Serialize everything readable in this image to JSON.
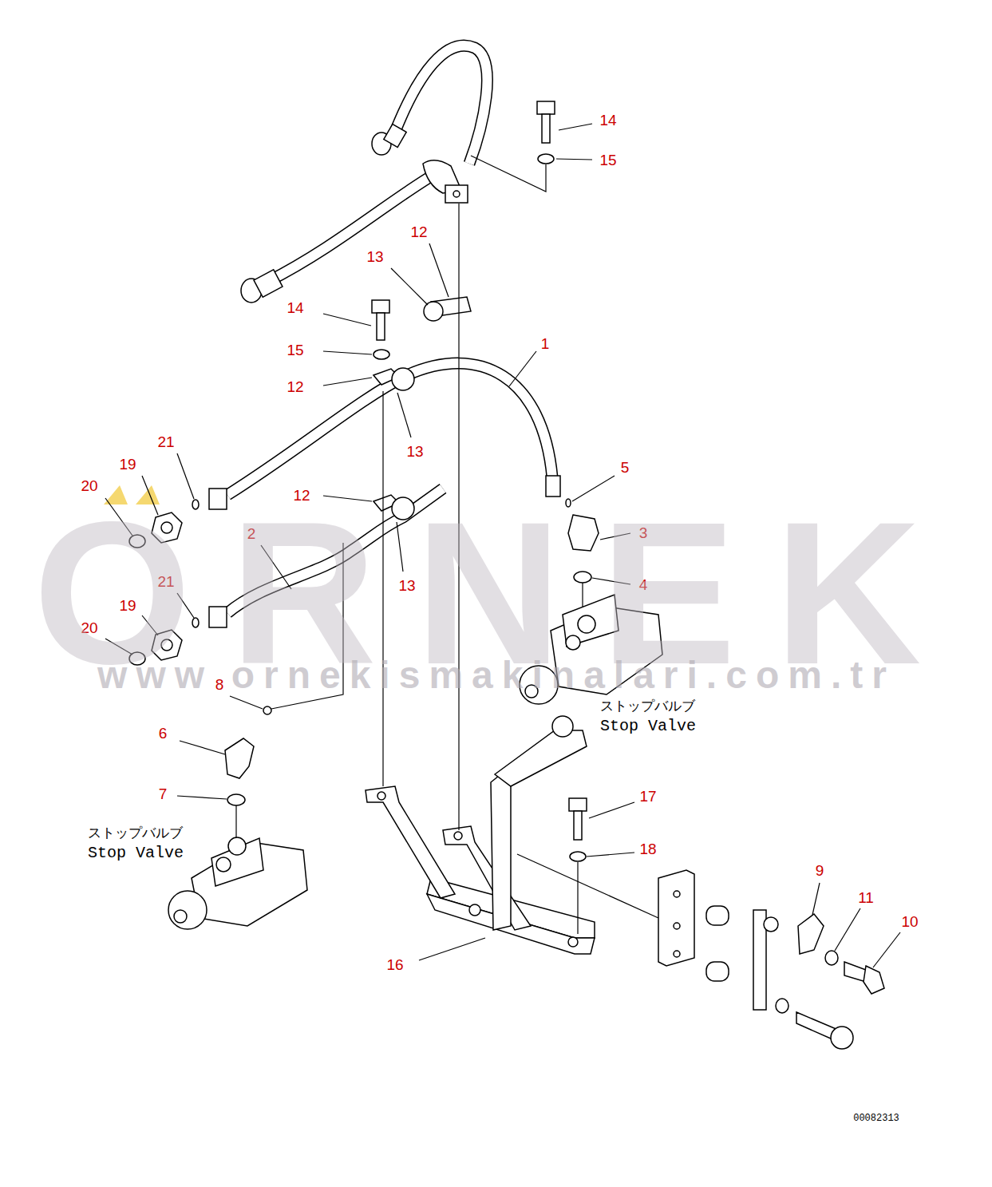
{
  "diagram": {
    "labels": [
      "14",
      "15",
      "12",
      "13",
      "14",
      "15",
      "1",
      "12",
      "13",
      "5",
      "21",
      "19",
      "20",
      "12",
      "3",
      "2",
      "13",
      "4",
      "21",
      "19",
      "20",
      "ORNEK",
      "www.ornekismakinalari.com.tr",
      "8",
      "ストップバルブ",
      "Stop Valve",
      "6",
      "17",
      "7",
      "ストップバルブ",
      "Stop Valve",
      "18",
      "9",
      "11",
      "10",
      "16",
      "00082313"
    ]
  }
}
